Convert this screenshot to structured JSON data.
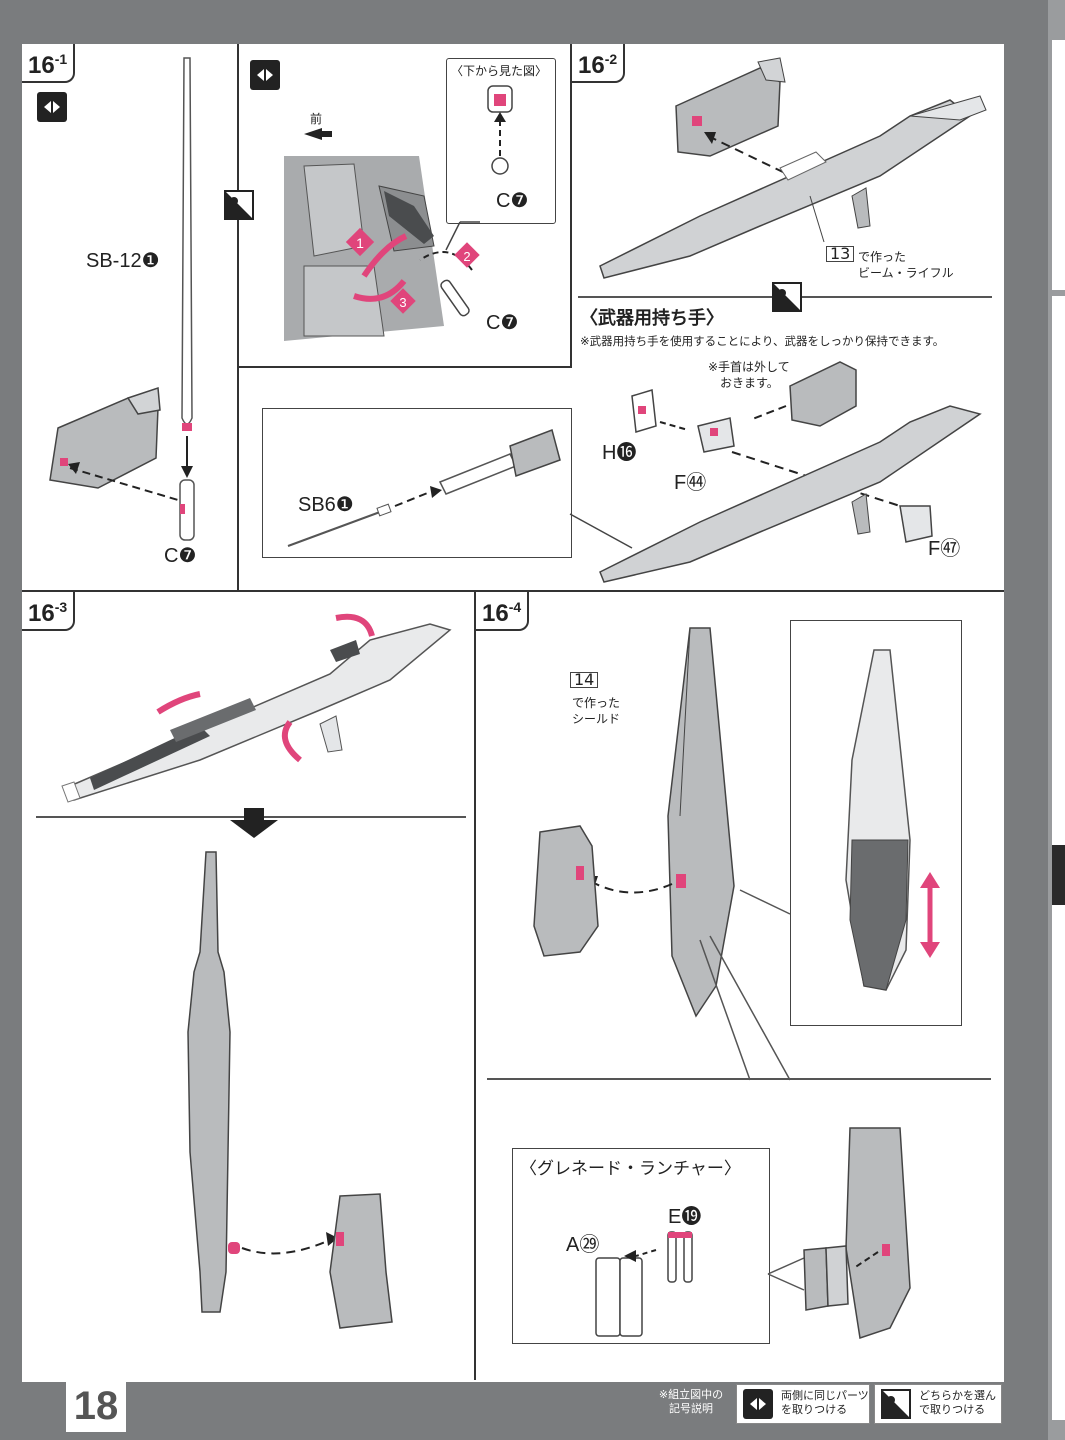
{
  "steps": {
    "s1": "16",
    "s1_sub": "-1",
    "s2": "16",
    "s2_sub": "-2",
    "s3": "16",
    "s3_sub": "-3",
    "s4": "16",
    "s4_sub": "-4"
  },
  "step1": {
    "rod_label": "SB-12❶",
    "part_label": "C❼"
  },
  "step1b": {
    "front_label": "前",
    "bottom_view_title": "〈下から見た図〉",
    "bottom_part_label": "C❼",
    "part_label": "C❼",
    "num1": "1",
    "num2": "2",
    "num3": "3"
  },
  "step1c": {
    "part_label": "SB6❶"
  },
  "step2": {
    "ref_num": "13",
    "ref_text_line1": "で作った",
    "ref_text_line2": "ビーム・ライフル",
    "hand_title": "〈武器用持ち手〉",
    "hand_note": "※武器用持ち手を使用することにより、武器をしっかり保持できます。",
    "wrist_note_line1": "※手首は外して",
    "wrist_note_line2": "おきます。",
    "part_h": "H⓰",
    "part_f44": "F㊹",
    "part_f47": "F㊼"
  },
  "step4": {
    "ref_num": "14",
    "ref_text_line1": "で作った",
    "ref_text_line2": "シールド",
    "grenade_title": "〈グレネード・ランチャー〉",
    "part_e": "E⓳",
    "part_a": "A㉙"
  },
  "footer": {
    "page_number": "18",
    "legend_title_line1": "※組立図中の",
    "legend_title_line2": "記号説明",
    "legend_both_line1": "両側に同じパーツ",
    "legend_both_line2": "を取りつける",
    "legend_choose_line1": "どちらかを選ん",
    "legend_choose_line2": "で取りつける"
  },
  "colors": {
    "accent_pink": "#e0457b",
    "page_gray": "#7a7c7e",
    "part_gray": "#b9bbbd"
  },
  "icons": [
    "both-sides-icon",
    "choose-one-icon",
    "arrow-down-icon"
  ]
}
